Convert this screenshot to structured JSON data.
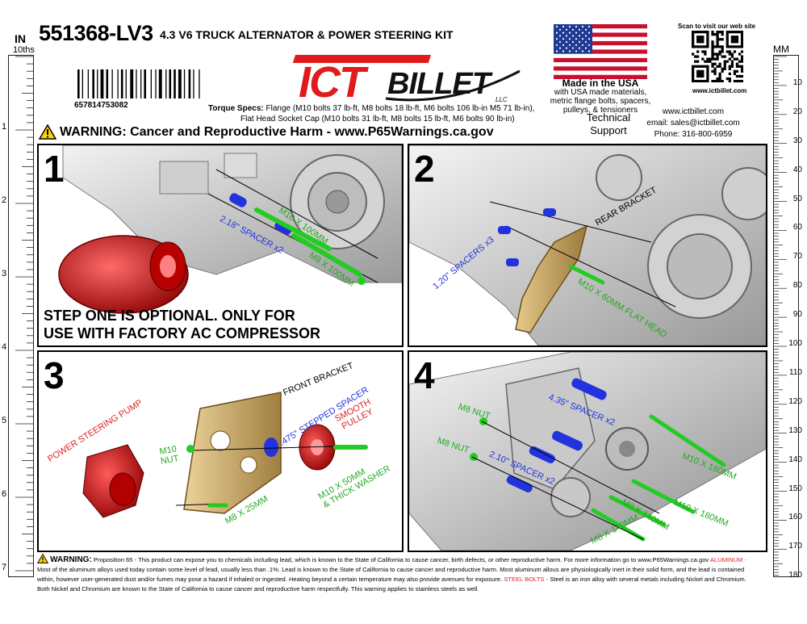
{
  "header": {
    "part_number": "551368-LV3",
    "title": "4.3 V6 TRUCK ALTERNATOR & POWER STEERING KIT",
    "barcode_number": "657814753082",
    "torque_label": "Torque Specs:",
    "torque_line1": "Flange (M10 bolts 37 lb-ft, M8 bolts 18 lb-ft, M6 bolts 106 lb-in M5 71 lb-in),",
    "torque_line2": "Flat Head Socket Cap (M10 bolts 31 lb-ft, M8 bolts 15 lb-ft, M6 bolts 90 lb-in)"
  },
  "logo": {
    "ict": "ICT",
    "billet": "BILLET",
    "llc": "LLC"
  },
  "made_in": {
    "title": "Made in the USA",
    "line1": "with USA made materials,",
    "line2": "metric flange bolts, spacers,",
    "line3": "pulleys, & tensioners"
  },
  "qr": {
    "scan_text": "Scan to visit our web site",
    "url": "www.ictbillet.com"
  },
  "support": {
    "label_line1": "Technical",
    "label_line2": "Support",
    "website": "www.ictbillet.com",
    "email": "email: sales@ictbillet.com",
    "phone": "Phone: 316-800-6959"
  },
  "warning_banner": "WARNING: Cancer and Reproductive Harm - www.P65Warnings.ca.gov",
  "rulers": {
    "left_unit_top": "IN",
    "left_unit_sub": "10ths",
    "left_labels": [
      "1",
      "2",
      "3",
      "4",
      "5",
      "6",
      "7"
    ],
    "right_unit": "MM",
    "right_labels": [
      "10",
      "20",
      "30",
      "40",
      "50",
      "60",
      "70",
      "80",
      "90",
      "100",
      "110",
      "120",
      "130",
      "140",
      "150",
      "160",
      "170",
      "180"
    ]
  },
  "steps": [
    {
      "number": "1",
      "labels": {
        "spacer": "2.18\" SPACER x2",
        "bolt_top": "M10 X 100MM",
        "bolt_bottom": "M8 X 100MM"
      },
      "note_line1": "STEP ONE IS OPTIONAL. ONLY FOR",
      "note_line2": "USE WITH FACTORY AC COMPRESSOR"
    },
    {
      "number": "2",
      "labels": {
        "spacers": "1.20\" SPACERS x3",
        "bracket": "REAR BRACKET",
        "bolt": "M10 X 60MM FLAT HEAD"
      }
    },
    {
      "number": "3",
      "labels": {
        "pump": "POWER STEERING PUMP",
        "bracket": "FRONT BRACKET",
        "spacer": ".475\" STEPPED SPACER",
        "pulley_line1": "SMOOTH",
        "pulley_line2": "PULLEY",
        "nut_line1": "M10",
        "nut_line2": "NUT",
        "bolt_small": "M8 X 25MM",
        "bolt_long_line1": "M10 X 50MM",
        "bolt_long_line2": "& THICK WASHER"
      }
    },
    {
      "number": "4",
      "labels": {
        "nut_a": "M8 NUT",
        "nut_b": "M8 NUT",
        "spacer_a": "4.35\" SPACER x2",
        "spacer_b": "2.10\" SPACER x2",
        "bolt_a": "M10 X 180MM",
        "bolt_b": "M10 X 180MM",
        "bolt_c": "M8 X 140MM",
        "bolt_d": "M8 X 140MM"
      }
    }
  ],
  "footer": {
    "title": "WARNING:",
    "line1": "Proposition 65 - This product can expose you to chemicals including lead, which is known to the State of California to cause cancer, birth defects, or other reproductive harm. For more information go to www.P65Warnings.ca.gov",
    "aluminum_label": "ALUMINUM -",
    "line2": "Most of the aluminum alloys used today contain some level of lead, usually less than .1%. Lead is known to the State of California to cause cancer and reproductive harm. Most aluminum allous are physiologically inert in their solid form, and the lead is contained",
    "line3": "within, however user-generated dust and/or fumes may pose a hazard if inhaled or ingested. Heating beyond a certain temperature may also provide avenues for exposure.",
    "steel_label": "STEEL BOLTS -",
    "line3b": "Steel is an iron alloy with several metals including Nickel and Chromium.",
    "line4": "Both Nickel and Chromium are known to the State of California to cause cancer and reproductive harm respectfully. This warning applies to stainless steels as well."
  },
  "colors": {
    "spacer_blue": "#2233dd",
    "bolt_green": "#22cc22",
    "logo_red": "#e01b1b",
    "bracket_gold": "#c8a664",
    "pump_red": "#cc1111"
  }
}
